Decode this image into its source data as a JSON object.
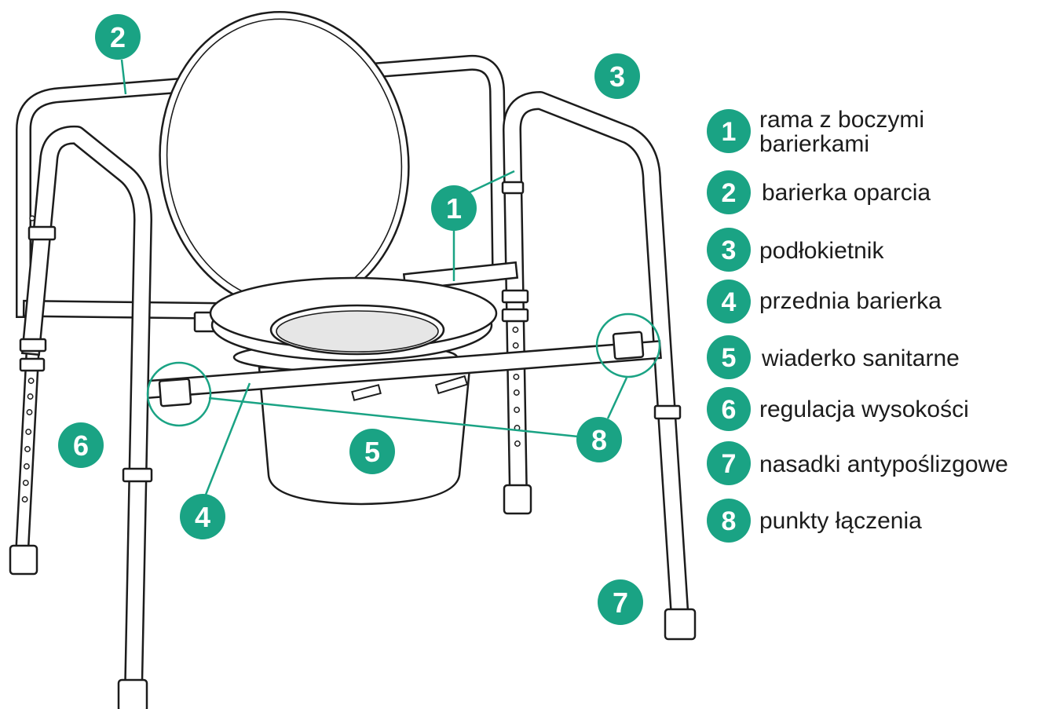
{
  "accent_color": "#1aa384",
  "line_color": "#1c1c1c",
  "callouts": [
    {
      "number": "2"
    },
    {
      "number": "3"
    },
    {
      "number": "1"
    },
    {
      "number": "6"
    },
    {
      "number": "5"
    },
    {
      "number": "8"
    },
    {
      "number": "4"
    },
    {
      "number": "7"
    }
  ],
  "legend": {
    "items": [
      {
        "number": "1",
        "label_lines": [
          "rama z boczymi",
          "barierkami"
        ]
      },
      {
        "number": "2",
        "label": "barierka oparcia"
      },
      {
        "number": "3",
        "label": "podłokietnik"
      },
      {
        "number": "4",
        "label": "przednia barierka"
      },
      {
        "number": "5",
        "label": "wiaderko sanitarne"
      },
      {
        "number": "6",
        "label": "regulacja wysokości"
      },
      {
        "number": "7",
        "label": "nasadki antypoślizgowe"
      },
      {
        "number": "8",
        "label": "punkty łączenia"
      }
    ]
  }
}
